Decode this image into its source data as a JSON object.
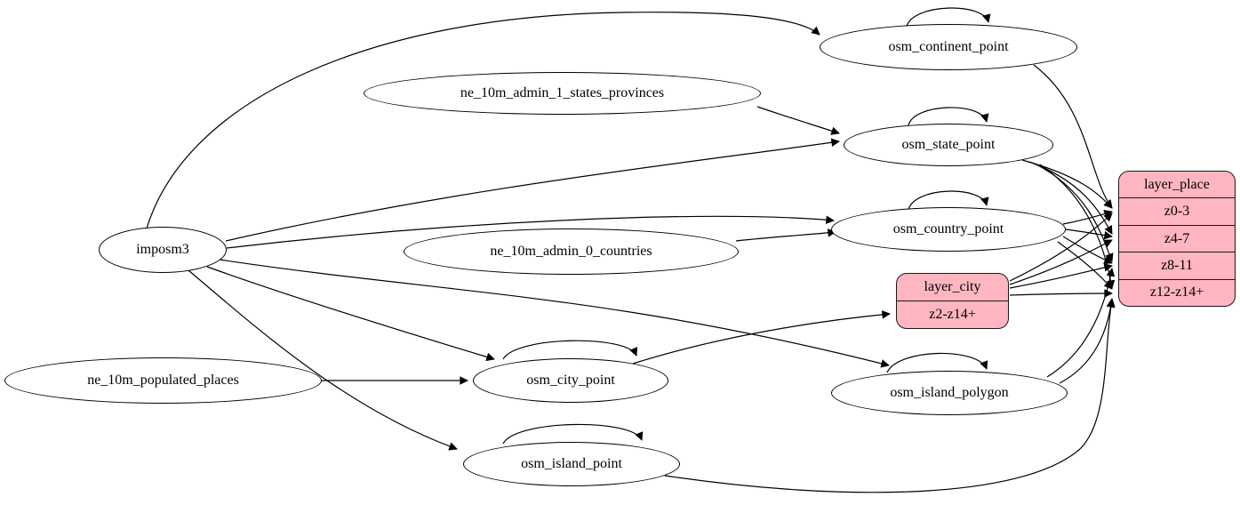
{
  "diagram": {
    "type": "etl-graph",
    "background_color": "#ffffff",
    "edge_color": "#000000",
    "table_node_fill": "#ffffff",
    "layer_node_fill": "#ffb6c1",
    "border_color": "#000000"
  },
  "nodes": {
    "imposm3": {
      "label": "imposm3",
      "shape": "ellipse"
    },
    "ne_10m_admin_1_states_provinces": {
      "label": "ne_10m_admin_1_states_provinces",
      "shape": "ellipse"
    },
    "ne_10m_admin_0_countries": {
      "label": "ne_10m_admin_0_countries",
      "shape": "ellipse"
    },
    "ne_10m_populated_places": {
      "label": "ne_10m_populated_places",
      "shape": "ellipse"
    },
    "osm_continent_point": {
      "label": "osm_continent_point",
      "shape": "ellipse",
      "self_loop": true
    },
    "osm_state_point": {
      "label": "osm_state_point",
      "shape": "ellipse",
      "self_loop": true
    },
    "osm_country_point": {
      "label": "osm_country_point",
      "shape": "ellipse",
      "self_loop": true
    },
    "osm_city_point": {
      "label": "osm_city_point",
      "shape": "ellipse",
      "self_loop": true
    },
    "osm_island_polygon": {
      "label": "osm_island_polygon",
      "shape": "ellipse",
      "self_loop": true
    },
    "osm_island_point": {
      "label": "osm_island_point",
      "shape": "ellipse",
      "self_loop": true
    }
  },
  "records": {
    "layer_city": {
      "title": "layer_city",
      "rows": [
        "z2-z14+"
      ],
      "fill": "#ffb6c1"
    },
    "layer_place": {
      "title": "layer_place",
      "rows": [
        "z0-3",
        "z4-7",
        "z8-11",
        "z12-z14+"
      ],
      "fill": "#ffb6c1"
    }
  },
  "edges": [
    {
      "from": "imposm3",
      "to": "osm_continent_point"
    },
    {
      "from": "imposm3",
      "to": "osm_state_point"
    },
    {
      "from": "imposm3",
      "to": "osm_country_point"
    },
    {
      "from": "imposm3",
      "to": "osm_city_point"
    },
    {
      "from": "imposm3",
      "to": "osm_island_polygon"
    },
    {
      "from": "imposm3",
      "to": "osm_island_point"
    },
    {
      "from": "ne_10m_admin_1_states_provinces",
      "to": "osm_state_point"
    },
    {
      "from": "ne_10m_admin_0_countries",
      "to": "osm_country_point"
    },
    {
      "from": "ne_10m_populated_places",
      "to": "osm_city_point"
    },
    {
      "from": "osm_continent_point",
      "to": "osm_continent_point"
    },
    {
      "from": "osm_state_point",
      "to": "osm_state_point"
    },
    {
      "from": "osm_country_point",
      "to": "osm_country_point"
    },
    {
      "from": "osm_city_point",
      "to": "osm_city_point"
    },
    {
      "from": "osm_island_polygon",
      "to": "osm_island_polygon"
    },
    {
      "from": "osm_island_point",
      "to": "osm_island_point"
    },
    {
      "from": "osm_city_point",
      "to": "layer_city:z2-z14+"
    },
    {
      "from": "osm_continent_point",
      "to": "layer_place:z0-3"
    },
    {
      "from": "osm_state_point",
      "to": "layer_place:z0-3"
    },
    {
      "from": "osm_state_point",
      "to": "layer_place:z4-7"
    },
    {
      "from": "osm_state_point",
      "to": "layer_place:z8-11"
    },
    {
      "from": "osm_state_point",
      "to": "layer_place:z12-z14+"
    },
    {
      "from": "osm_country_point",
      "to": "layer_place:z0-3"
    },
    {
      "from": "osm_country_point",
      "to": "layer_place:z4-7"
    },
    {
      "from": "osm_country_point",
      "to": "layer_place:z8-11"
    },
    {
      "from": "osm_country_point",
      "to": "layer_place:z12-z14+"
    },
    {
      "from": "layer_city",
      "to": "layer_place:z0-3"
    },
    {
      "from": "layer_city",
      "to": "layer_place:z4-7"
    },
    {
      "from": "layer_city",
      "to": "layer_place:z8-11"
    },
    {
      "from": "layer_city",
      "to": "layer_place:z12-z14+"
    },
    {
      "from": "osm_island_polygon",
      "to": "layer_place:z8-11"
    },
    {
      "from": "osm_island_polygon",
      "to": "layer_place:z12-z14+"
    },
    {
      "from": "osm_island_point",
      "to": "layer_place:z12-z14+"
    }
  ]
}
